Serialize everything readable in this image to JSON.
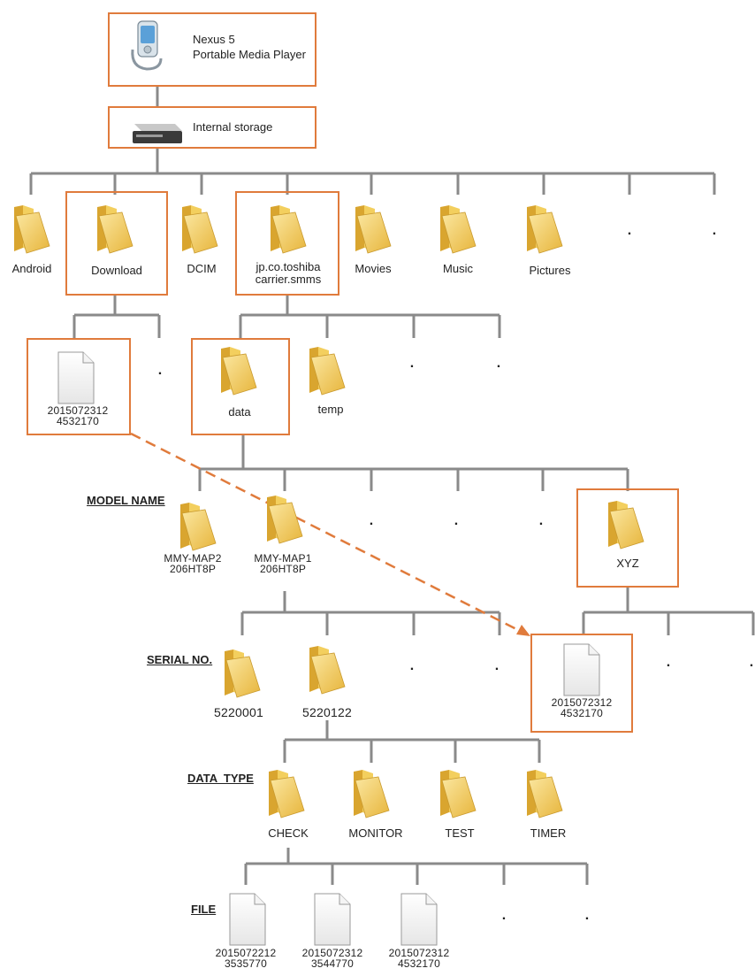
{
  "device": {
    "line1": "Nexus 5",
    "line2": "Portable Media Player"
  },
  "storage": {
    "label": "Internal storage"
  },
  "level1": {
    "folders": [
      "Android",
      "Download",
      "DCIM",
      "jp.co.toshiba\ncarrier.smms",
      "Movies",
      "Music",
      "Pictures"
    ],
    "ellipsis": [
      ".",
      "."
    ]
  },
  "download": {
    "file": "2015072312\n4532170",
    "ellipsis": "."
  },
  "app_folder": {
    "folders": [
      "data",
      "temp"
    ],
    "ellipsis": [
      ".",
      "."
    ]
  },
  "sections": {
    "model_name": "MODEL NAME",
    "serial_no": "SERIAL NO.",
    "data_type": "DATA  TYPE",
    "file": "FILE"
  },
  "models": {
    "folders": [
      "MMY-MAP2\n206HT8P",
      "MMY-MAP1\n206HT8P"
    ],
    "ellipsis": [
      ".",
      ".",
      "."
    ],
    "xyz": "XYZ"
  },
  "serials": {
    "folders": [
      "5220001",
      "5220122"
    ],
    "ellipsis": [
      ".",
      "."
    ]
  },
  "xyz_contents": {
    "file": "2015072312\n4532170",
    "ellipsis": [
      ".",
      "."
    ]
  },
  "data_types": [
    "CHECK",
    "MONITOR",
    "TEST",
    "TIMER"
  ],
  "files": {
    "items": [
      "2015072212\n3535770",
      "2015072312\n3544770",
      "2015072312\n4532170"
    ],
    "ellipsis": [
      ".",
      "."
    ]
  },
  "colors": {
    "highlight": "#e07b3c",
    "connector": "#8a8a8a",
    "folder": "#f0c84a"
  }
}
